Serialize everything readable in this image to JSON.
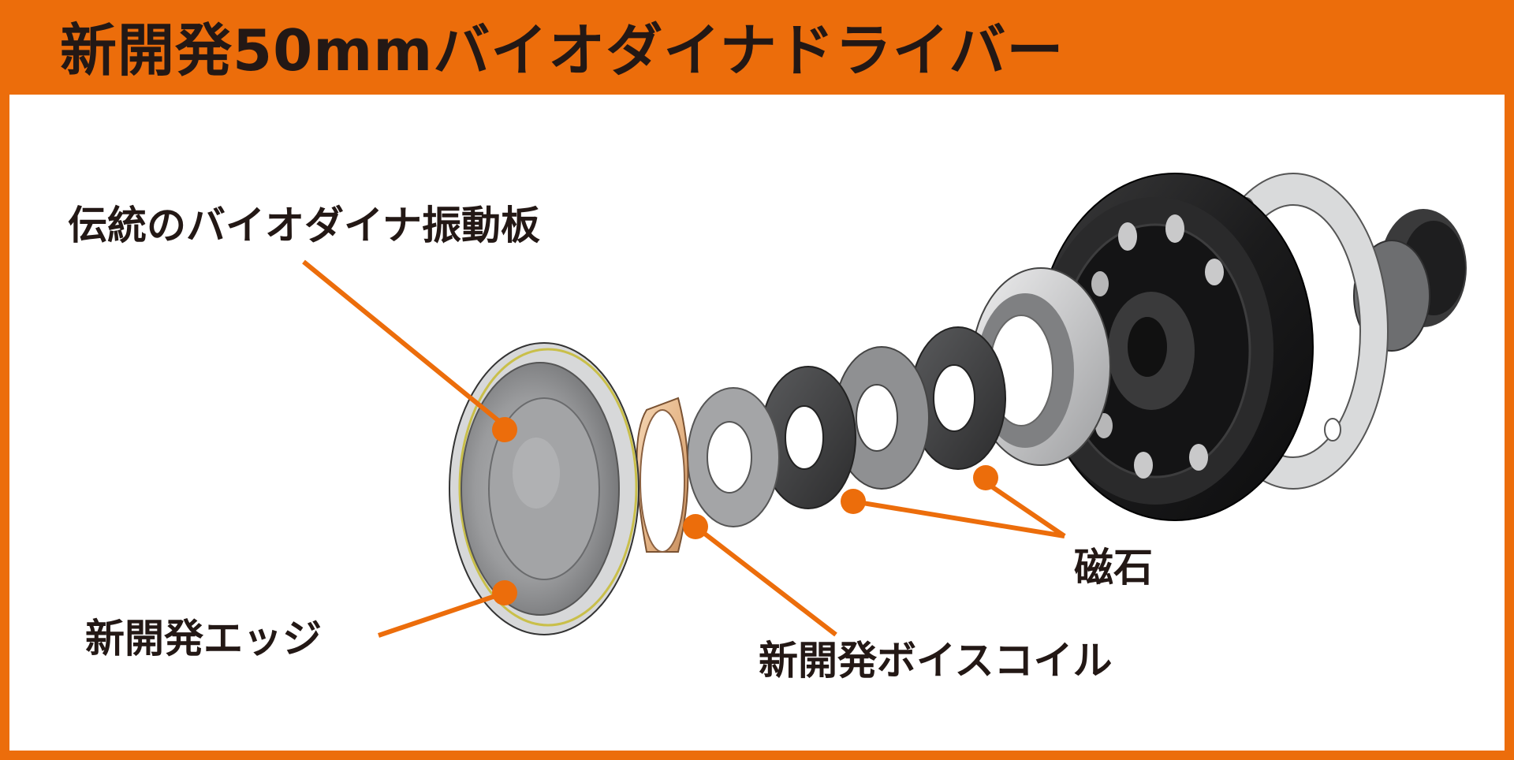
{
  "title": "新開発50mmバイオダイナドライバー",
  "labels": {
    "diaphragm": "伝統のバイオダイナ振動板",
    "edge": "新開発エッジ",
    "voice_coil": "新開発ボイスコイル",
    "magnet": "磁石"
  },
  "colors": {
    "accent": "#ec6d0b",
    "text": "#231815",
    "background": "#ffffff"
  }
}
